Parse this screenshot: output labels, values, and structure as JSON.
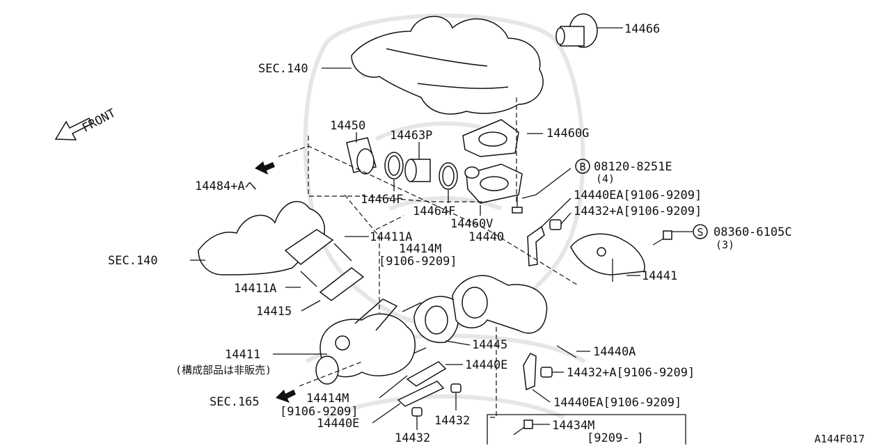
{
  "diagram": {
    "code": "A144F017",
    "front_label": "FRONT",
    "callouts": {
      "p14466": "14466",
      "sec140_top": "SEC.140",
      "p14450": "14450",
      "p14463P": "14463P",
      "p14460G": "14460G",
      "bolt_b": "08120-8251E",
      "bolt_b_circle": "B",
      "bolt_b_qty": "(4)",
      "p14484A": "14484+Aへ",
      "p14464F_left": "14464F",
      "p14464F_right": "14464F",
      "p14440EA_top": "14440EA[9106-9209]",
      "p14432A_top": "14432+A[9106-9209]",
      "p14460V": "14460V",
      "screw_s": "08360-6105C",
      "screw_s_circle": "S",
      "screw_s_qty": "(3)",
      "p14411A_top": "14411A",
      "p14414M_top": "14414M",
      "p14414M_top_range": "[9106-9209]",
      "p14440": "14440",
      "sec140_left": "SEC.140",
      "p14441": "14441",
      "p14411A_left": "14411A",
      "p14415": "14415",
      "p14445": "14445",
      "p14411": "14411",
      "p14411_note": "(構成部品は非販売)",
      "p14440A": "14440A",
      "p14440E_right": "14440E",
      "p14432A_bottom": "14432+A[9106-9209]",
      "sec165": "SEC.165",
      "p14414M_bottom": "14414M",
      "p14414M_bottom_range": "[9106-9209]",
      "p14440EA_bottom": "14440EA[9106-9209]",
      "p14440E_bottom": "14440E",
      "p14432_right": "14432",
      "p14434M": "14434M",
      "p14434M_range": "[9209-    ]",
      "p14432_bottom": "14432"
    }
  }
}
